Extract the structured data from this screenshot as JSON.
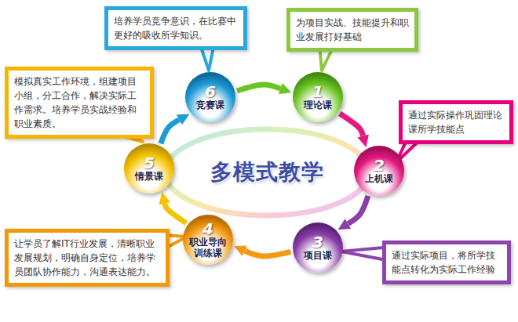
{
  "diagram": {
    "nodes": [
      {
        "text": [
          "多模式教学"
        ]
      },
      {
        "text": [
          "1",
          "理论课"
        ]
      },
      {
        "text": [
          "2",
          "上机课"
        ]
      },
      {
        "text": [
          "3",
          "项目课"
        ]
      },
      {
        "text": [
          "4",
          "职业导向训练课"
        ]
      },
      {
        "text": [
          "5",
          "情景课"
        ]
      },
      {
        "text": [
          "6",
          "竞赛课"
        ]
      },
      {
        "text": [
          "培养学员竞争意识，在比赛中更好的吸收所学知识。"
        ]
      },
      {
        "text": [
          "为项目实战、技能提升和职业发展打好基础"
        ]
      },
      {
        "text": [
          "模拟真实工作环境，组建项目小组，分工合作，解决实际工作需求。培养学员实战经验和职业素质。"
        ]
      },
      {
        "text": [
          "通过实际操作巩固理论课所学技能点"
        ]
      },
      {
        "text": [
          "让学员了解IT行业发展，清晰职业发展规划，明确自身定位，培养学员团队协作能力，沟通表达能力。"
        ]
      },
      {
        "text": [
          "通过实际项目，将所学技能点转化为实际工作经验"
        ]
      }
    ],
    "edges": [
      {
        "from": 6,
        "to": 1,
        "arrow": "to"
      },
      {
        "from": 1,
        "to": 2,
        "arrow": "to"
      },
      {
        "from": 2,
        "to": 3,
        "arrow": "to"
      },
      {
        "from": 3,
        "to": 4,
        "arrow": "to"
      },
      {
        "from": 4,
        "to": 5,
        "arrow": "to"
      },
      {
        "from": 5,
        "to": 6,
        "arrow": "to"
      }
    ]
  }
}
